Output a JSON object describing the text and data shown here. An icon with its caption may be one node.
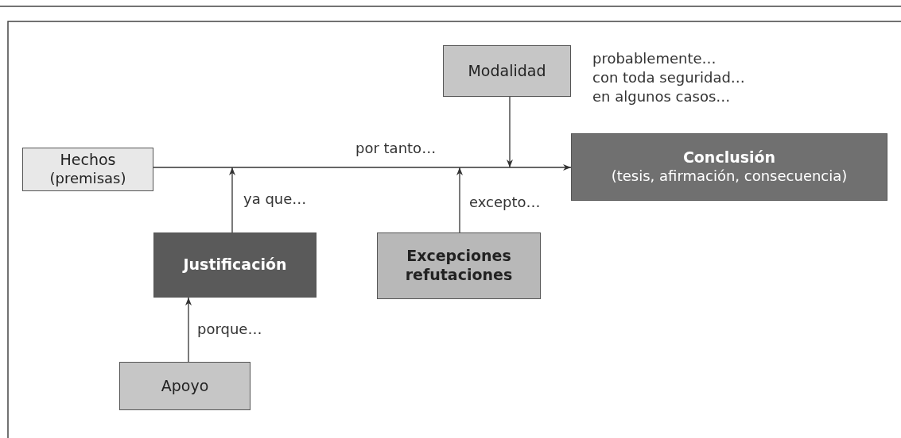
{
  "diagram": {
    "nodes": [
      {
        "text": [
          "Hechos",
          "(premisas)"
        ]
      },
      {
        "text": [
          "Modalidad"
        ],
        "beside": [
          "probablemente…",
          "con toda seguridad…",
          "en algunos casos…"
        ]
      },
      {
        "text": [
          "Conclusión",
          "(tesis, afirmación, consecuencia)"
        ]
      },
      {
        "text": [
          "Justificación"
        ]
      },
      {
        "text": [
          "Excepciones refutaciones"
        ]
      },
      {
        "text": [
          "Apoyo"
        ]
      }
    ],
    "edges": [
      {
        "from": 0,
        "to": 2,
        "arrow": "to",
        "label": "por tanto…"
      },
      {
        "from": 3,
        "to": null,
        "arrow": "to",
        "label": "ya que…"
      },
      {
        "from": 4,
        "to": null,
        "arrow": "to",
        "label": "excepto…"
      },
      {
        "from": 1,
        "to": null,
        "arrow": "to"
      },
      {
        "from": 5,
        "to": 3,
        "arrow": "to",
        "label": "porque…"
      }
    ]
  }
}
